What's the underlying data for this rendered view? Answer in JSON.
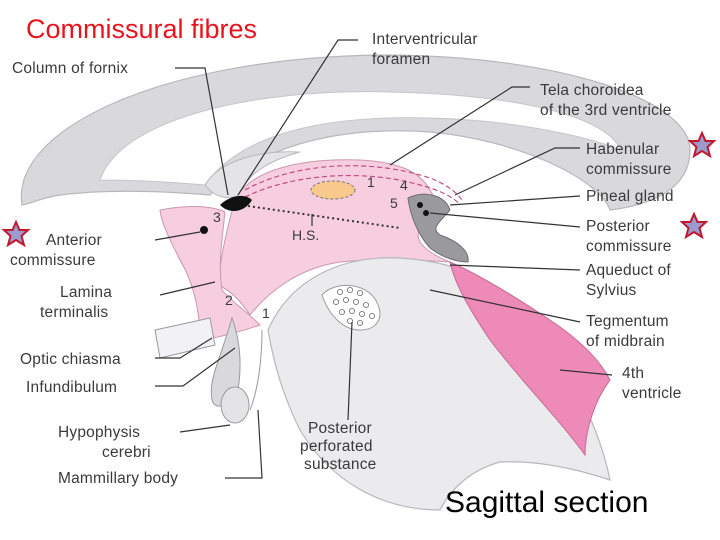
{
  "title": "Commissural fibres",
  "subtitle": "Sagittal section",
  "labels": {
    "interventricular_foramen": [
      "Interventricular",
      "foramen"
    ],
    "column_of_fornix": "Column of fornix",
    "tela_choroidea": [
      "Tela choroidea",
      "of the 3rd ventricle"
    ],
    "habenular_commissure": [
      "Habenular",
      "commissure"
    ],
    "pineal_gland": "Pineal gland",
    "posterior_commissure": [
      "Posterior",
      "commissure"
    ],
    "anterior_commissure": [
      "Anterior",
      "commissure"
    ],
    "aqueduct_of_sylvius": [
      "Aqueduct of",
      "Sylvius"
    ],
    "lamina_terminalis": [
      "Lamina",
      "terminalis"
    ],
    "tegmentum_of_midbrain": [
      "Tegmentum",
      "of midbrain"
    ],
    "optic_chiasma": "Optic chiasma",
    "infundibulum": "Infundibulum",
    "fourth_ventricle": [
      "4th",
      "ventricle"
    ],
    "hypophysis_cerebri": [
      "Hypophysis",
      "cerebri"
    ],
    "posterior_perforated_substance": [
      "Posterior",
      "perforated",
      "substance"
    ],
    "mammillary_body": "Mammillary body",
    "hs": "H.S."
  },
  "numbers": {
    "n1": "1",
    "n2": "2",
    "n3": "3",
    "n4": "4",
    "n5": "5",
    "n1b": "1"
  },
  "colors": {
    "title": "#e8141d",
    "ventricle_pink": "#f7cde0",
    "aqueduct_pink": "#ee8ab8",
    "brain_gray": "#d9d9dc",
    "brain_gray_light": "#ebebed",
    "thalamic_orange": "#f7c98c",
    "star_red": "#c0182d",
    "star_blue": "#9b9bd0"
  }
}
